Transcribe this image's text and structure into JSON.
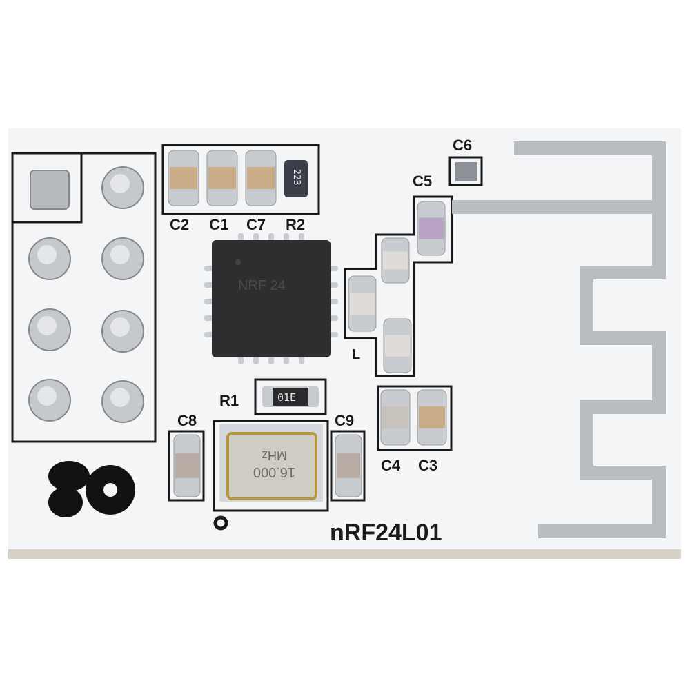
{
  "board": {
    "title": "nRF24L01",
    "colors": {
      "pcb": "#f4f5f7",
      "edge": "#c9c3b6",
      "silkscreen": "#1a1a1a",
      "pad": "#c8ccd0",
      "antenna": "#b9bdc2",
      "chip": "#2e2d2f"
    }
  },
  "labels": {
    "c2": "C2",
    "c1": "C1",
    "c7": "C7",
    "r2": "R2",
    "c6": "C6",
    "c5": "C5",
    "r1": "R1",
    "c8": "C8",
    "c9": "C9",
    "c4": "C4",
    "c3": "C3",
    "l": "L"
  },
  "markings": {
    "r2_value": "223",
    "r1_value": "01E",
    "chip_line1": "NRF 24",
    "crystal_freq": "16.000",
    "crystal_unit": "MHz"
  }
}
